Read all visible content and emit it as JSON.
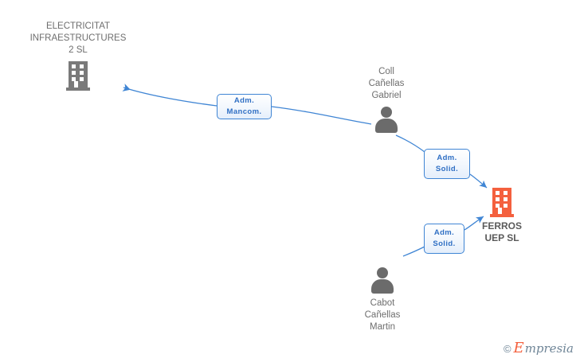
{
  "diagram": {
    "type": "corporate-relationship-graph",
    "background_color": "#ffffff",
    "edge_color": "#3f85d4",
    "company_icon_color_default": "#7a7a7a",
    "company_icon_color_focus": "#f4603e",
    "person_icon_color": "#6b6b6b"
  },
  "nodes": {
    "electricitat": {
      "kind": "company",
      "icon": "building-icon",
      "line1": "ELECTRICITAT",
      "line2": "INFRAESTRUCTURES",
      "line3": "2 SL",
      "color": "#7a7a7a"
    },
    "gabriel": {
      "kind": "person",
      "icon": "person-icon",
      "line1": "Coll",
      "line2": "Cañellas",
      "line3": "Gabriel",
      "color": "#6b6b6b"
    },
    "ferros": {
      "kind": "company",
      "icon": "building-icon",
      "line1": "FERROS",
      "line2": "UEP SL",
      "color": "#f4603e"
    },
    "martin": {
      "kind": "person",
      "icon": "person-icon",
      "line1": "Cabot",
      "line2": "Cañellas",
      "line3": "Martin",
      "color": "#6b6b6b"
    }
  },
  "edges": [
    {
      "id": "gabriel-to-electricitat",
      "from": "gabriel",
      "to": "electricitat",
      "label_line1": "Adm.",
      "label_line2": "Mancom."
    },
    {
      "id": "gabriel-to-ferros",
      "from": "gabriel",
      "to": "ferros",
      "label_line1": "Adm.",
      "label_line2": "Solid."
    },
    {
      "id": "martin-to-ferros",
      "from": "martin",
      "to": "ferros",
      "label_line1": "Adm.",
      "label_line2": "Solid."
    }
  ],
  "watermark": {
    "copyright": "©",
    "brand_initial": "E",
    "brand_rest": "mpresia"
  }
}
